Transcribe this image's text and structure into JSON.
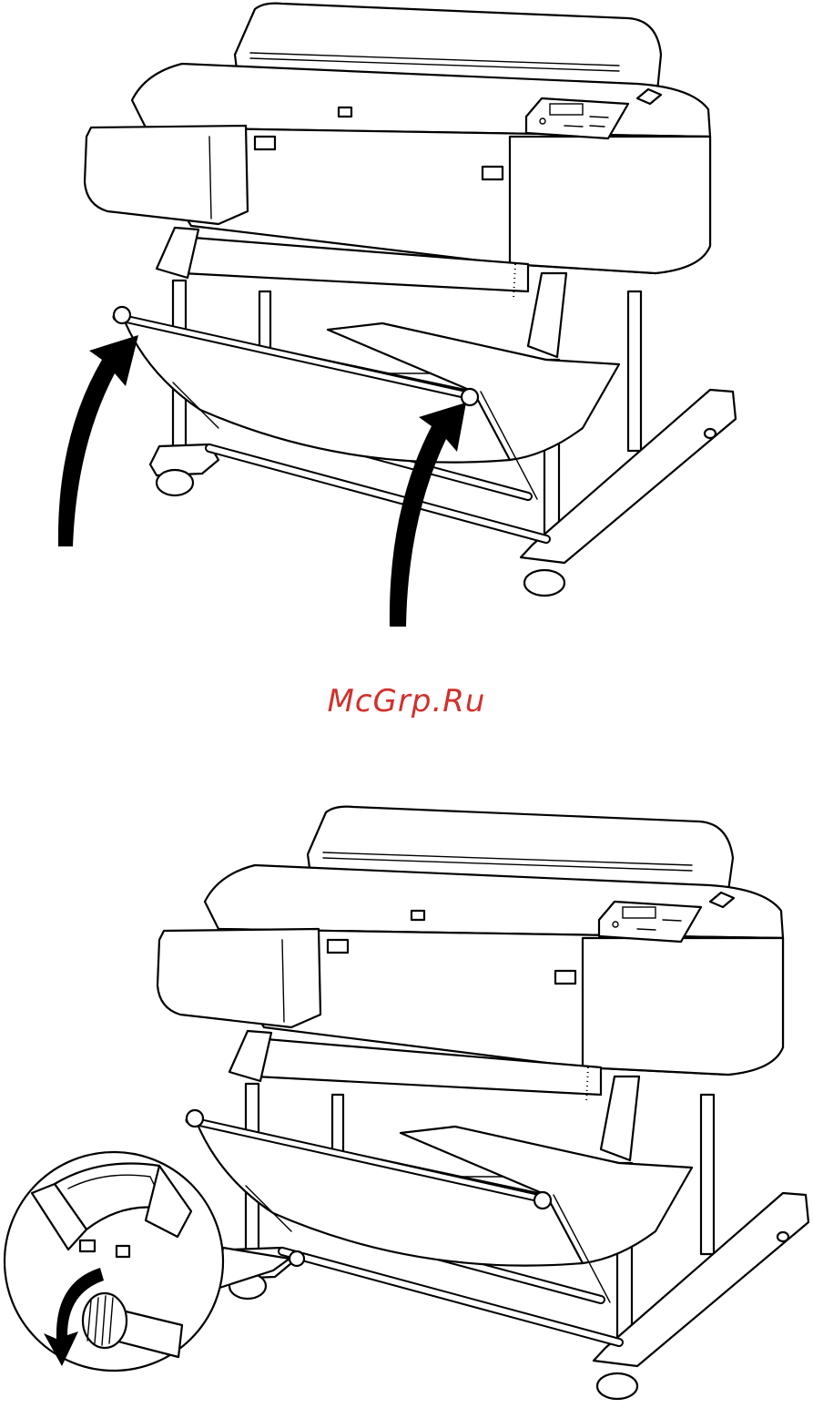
{
  "watermark": {
    "text": "McGrp.Ru",
    "color": "#d0312d"
  },
  "figures": [
    {
      "name": "printer-stand-raise-basket",
      "arrows": 2
    },
    {
      "name": "printer-stand-tighten-knob",
      "inset": true,
      "rotation_arrow": true
    }
  ],
  "colors": {
    "line": "#000000",
    "background": "#ffffff"
  }
}
